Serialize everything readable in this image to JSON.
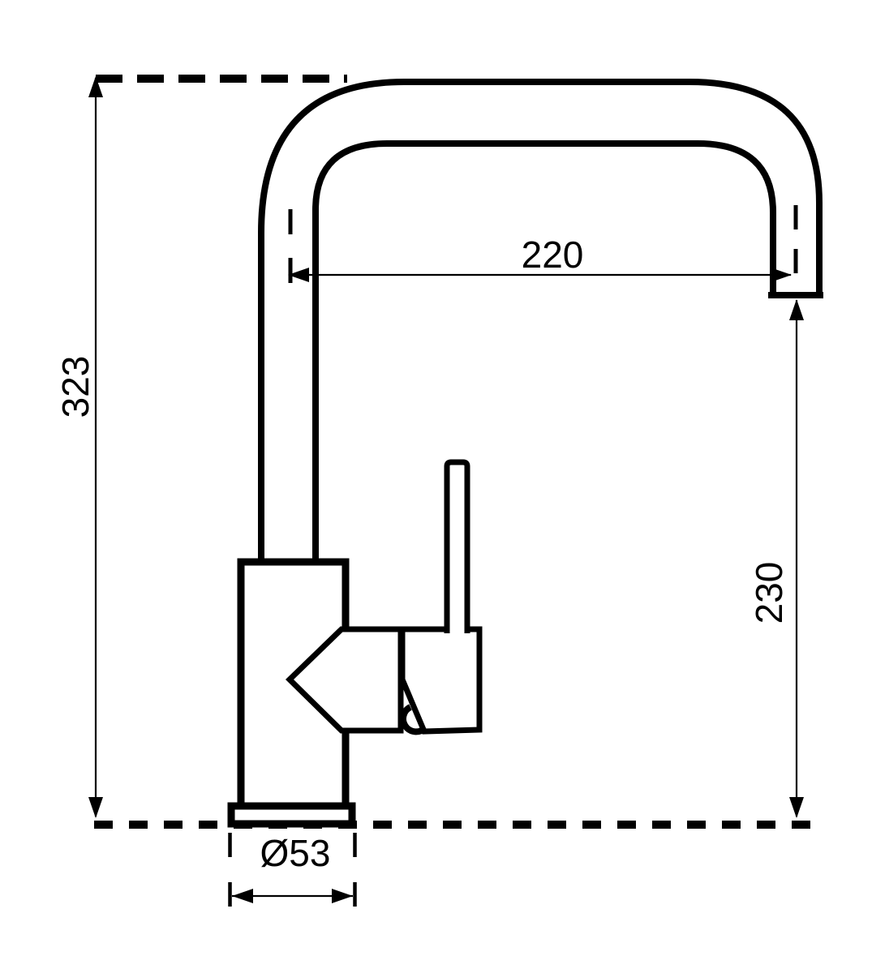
{
  "drawing": {
    "background": "#ffffff",
    "line_color": "#000000",
    "labels": {
      "overall_height": "323",
      "spout_reach": "220",
      "outlet_height": "230",
      "base_diameter": "Ø53"
    }
  }
}
